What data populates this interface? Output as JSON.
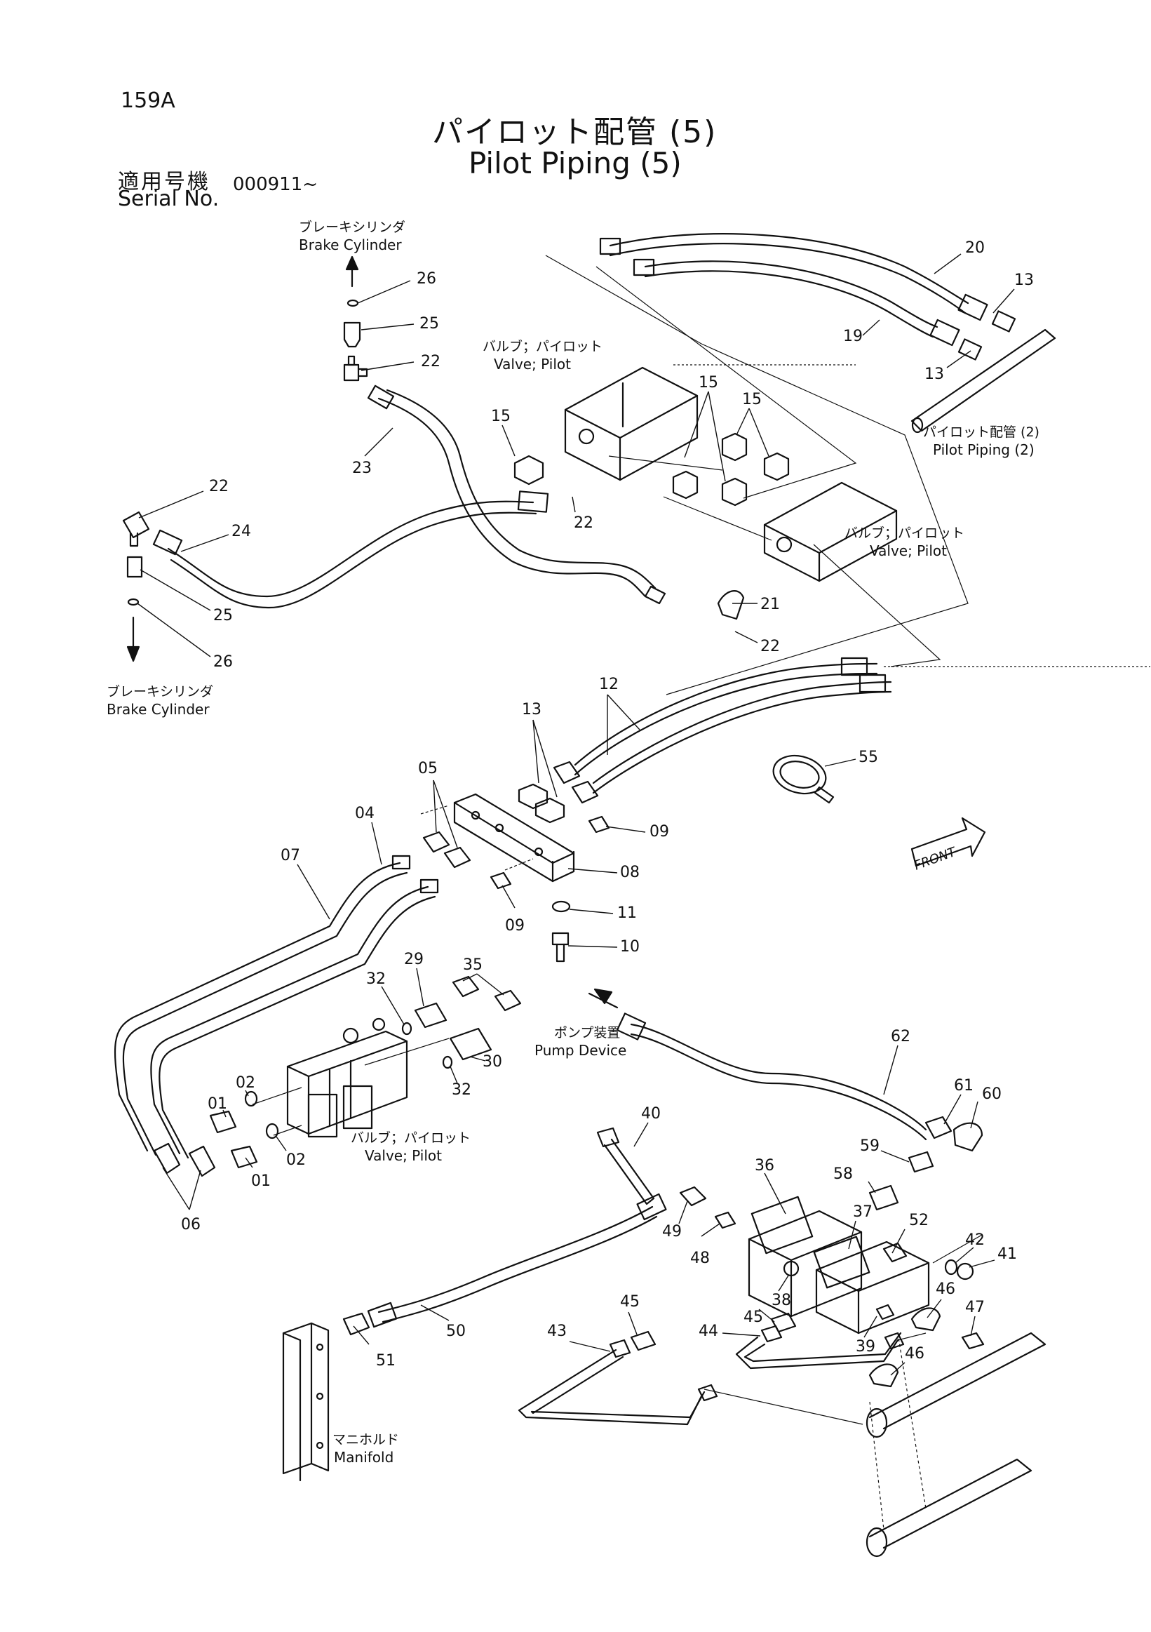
{
  "header": {
    "page_number": "159A",
    "title_jp": "パイロット配管 (5)",
    "title_en": "Pilot Piping (5)",
    "serial_label_jp": "適用号機",
    "serial_label_en": "Serial No.",
    "serial_value": "000911~"
  },
  "labels": {
    "brake_cylinder_jp": "ブレーキシリンダ",
    "brake_cylinder_en": "Brake Cylinder",
    "valve_pilot_jp": "バルブ；パイロット",
    "valve_pilot_en": "Valve; Pilot",
    "pilot_piping2_jp": "パイロット配管 (2)",
    "pilot_piping2_en": "Pilot Piping (2)",
    "pump_device_jp": "ポンプ装置",
    "pump_device_en": "Pump Device",
    "manifold_jp": "マニホルド",
    "manifold_en": "Manifold",
    "front": "FRONT"
  },
  "part_numbers": [
    "26",
    "25",
    "22",
    "23",
    "24",
    "15",
    "20",
    "19",
    "13",
    "21",
    "12",
    "55",
    "05",
    "04",
    "07",
    "08",
    "09",
    "11",
    "10",
    "35",
    "29",
    "32",
    "30",
    "01",
    "02",
    "06",
    "62",
    "61",
    "60",
    "40",
    "59",
    "58",
    "36",
    "37",
    "52",
    "42",
    "41",
    "49",
    "48",
    "38",
    "39",
    "45",
    "43",
    "44",
    "46",
    "47",
    "50",
    "51"
  ],
  "colors": {
    "ink": "#111111",
    "paper": "#ffffff"
  }
}
